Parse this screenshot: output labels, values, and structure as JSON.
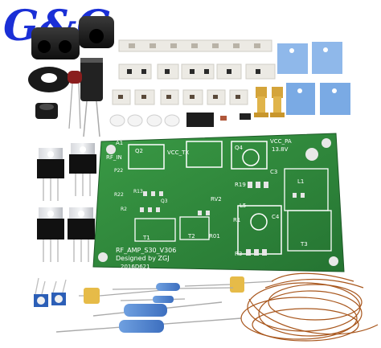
{
  "brand": {
    "logo_text": "G&C",
    "color": "#1a2fd6"
  },
  "pcb": {
    "board_color": "#2f8a3a",
    "silk_color": "#ffffff",
    "labels": {
      "rf_in": "RF_IN",
      "vcc_tx": "VCC_TX",
      "vcc_pa": "VCC_PA",
      "voltage": "13.8V",
      "a1": "A1",
      "q2": "Q2",
      "q4": "Q4",
      "t1": "T1",
      "t2": "T2",
      "t3": "T3",
      "l1": "L1",
      "l5": "L5",
      "c3": "C3",
      "c4": "C4",
      "rv2": "RV2",
      "r19": "R19",
      "r3": "R3",
      "r1": "R1",
      "r2": "R2",
      "r01": "R01",
      "r13": "R13",
      "r22": "R22",
      "p22": "P22",
      "q3": "Q3"
    },
    "title_line": "RF_AMP_S30_V306",
    "designer_line": "Designed by ZGJ",
    "date_line": "2016D621"
  }
}
